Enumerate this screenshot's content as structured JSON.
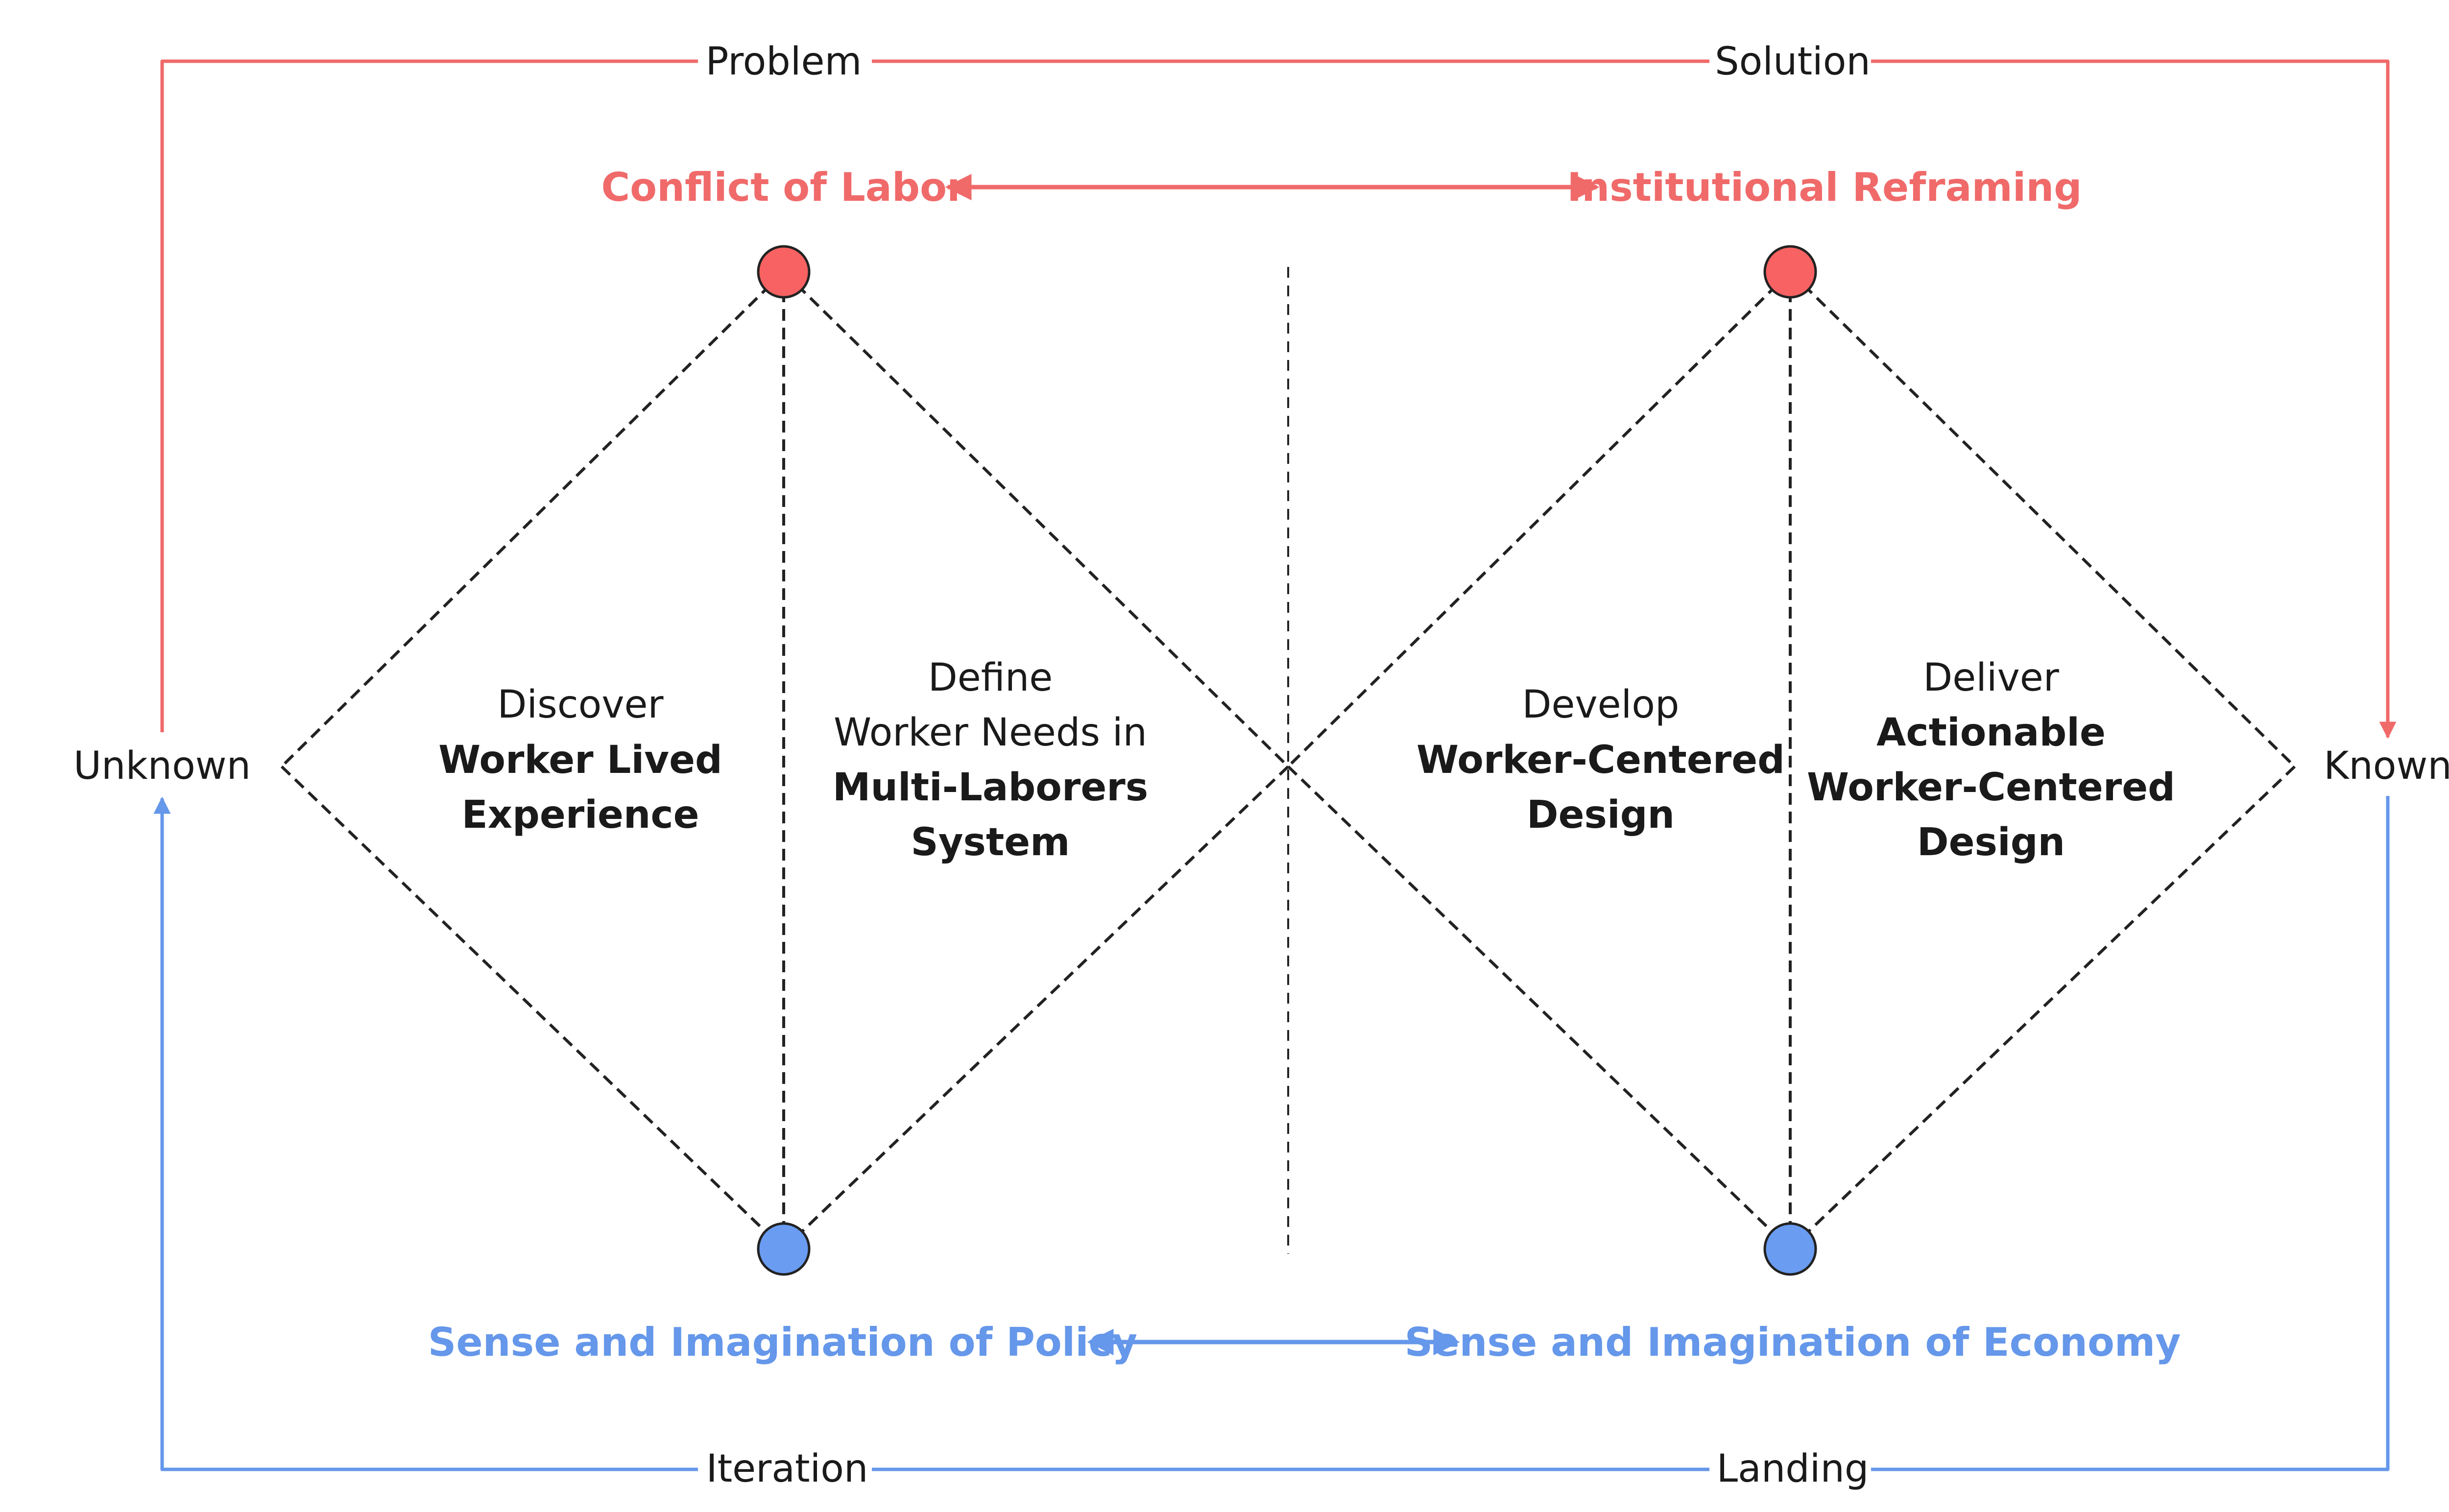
{
  "colors": {
    "red": "#f06a6a",
    "red_node": "#f96262",
    "blue": "#6597ea",
    "blue_node": "#6a9cf2",
    "ink": "#1a1a1a",
    "dash": "#222222"
  },
  "frame": {
    "top_left": "Problem",
    "top_right": "Solution",
    "bottom_left": "Iteration",
    "bottom_right": "Landing",
    "left": "Unknown",
    "right": "Known"
  },
  "anchors": {
    "top_left": "Conflict of Labor",
    "top_right": "Institutional Reframing",
    "bottom_left": "Sense and Imagination of Policy",
    "bottom_right": "Sense and Imagination of Economy"
  },
  "phases": {
    "discover": {
      "verb": "Discover",
      "line1": "Worker Lived",
      "line2": "Experience"
    },
    "define": {
      "line1": "Define",
      "line2": "Worker Needs in",
      "line3": "Multi-Laborers",
      "line4": "System"
    },
    "develop": {
      "verb": "Develop",
      "line1": "Worker-Centered",
      "line2": "Design"
    },
    "deliver": {
      "verb": "Deliver",
      "line1": "Actionable",
      "line2": "Worker-Centered",
      "line3": "Design"
    }
  }
}
